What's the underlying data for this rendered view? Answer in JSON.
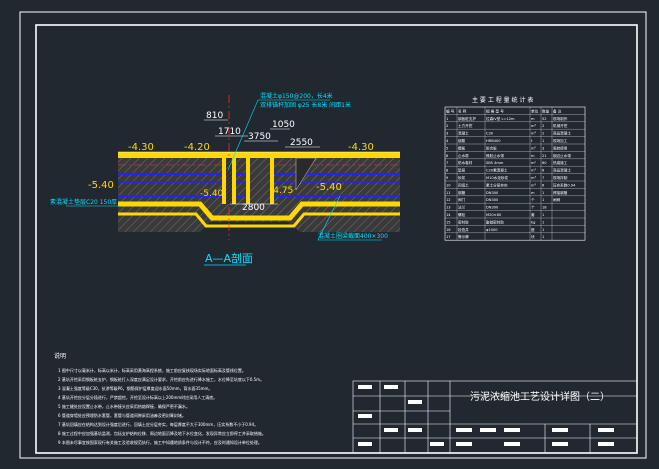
{
  "drawing": {
    "section_title": "A—A剖面",
    "dim_labels": {
      "top_810": "810",
      "top_1710": "1710",
      "top_3750": "3750",
      "top_1050": "1050",
      "top_2550": "2550",
      "bottom_2800": "2800"
    },
    "elevations": {
      "e1": "-4.30",
      "e2": "-4.20",
      "e3": "-4.30",
      "e4": "-5.40",
      "e5": "-5.40",
      "e6": "-5.40",
      "e7": "-4.75"
    },
    "callouts": {
      "top_1": "混凝土φ150@200，长4米",
      "top_2": "双排锚杆加固 φ25 长8米 间距1米",
      "left": "素混凝土垫层C20 150厚",
      "right": "混凝土圈梁截面400×300"
    }
  },
  "material_table": {
    "title": "主 要 工 程 量 统 计 表",
    "headers": [
      "编 号",
      "名 称",
      "规 格 型 号",
      "单位",
      "数量",
      "备 注"
    ],
    "rows": [
      [
        "1",
        "钢板桩支护",
        "拉森IV型 L=12m",
        "m",
        "52",
        "现场制作"
      ],
      [
        "2",
        "土方开挖",
        "",
        "m³",
        "2",
        "机械开挖"
      ],
      [
        "3",
        "混凝土",
        "C30",
        "m³",
        "2",
        "商品混凝土"
      ],
      [
        "4",
        "钢筋",
        "HRB400",
        "t",
        "1",
        "现场加工"
      ],
      [
        "5",
        "模板",
        "胶合板",
        "m²",
        "3",
        "周转使用"
      ],
      [
        "6",
        "止水带",
        "橡胶止水带",
        "m",
        "21",
        "钢边止水带"
      ],
      [
        "7",
        "防水卷材",
        "SBS 4mm",
        "m²",
        "60",
        "热熔施工"
      ],
      [
        "8",
        "垫层",
        "C20素混凝土",
        "m³",
        "6",
        "商品混凝土"
      ],
      [
        "9",
        "砂浆",
        "M10水泥砂浆",
        "m³",
        "7",
        "现场拌制"
      ],
      [
        "10",
        "回填土",
        "素土分层夯实",
        "m³",
        "6",
        "压实系数0.94"
      ],
      [
        "11",
        "钢管",
        "DN300",
        "m",
        "1",
        "焊接钢管"
      ],
      [
        "12",
        "阀门",
        "DN300",
        "个",
        "1",
        "闸阀"
      ],
      [
        "13",
        "法兰",
        "DN300",
        "个",
        "18",
        ""
      ],
      [
        "14",
        "螺栓",
        "M20×80",
        "套",
        "1",
        ""
      ],
      [
        "15",
        "密封胶",
        "聚硫密封胶",
        "kg",
        "1",
        ""
      ],
      [
        "16",
        "检查井",
        "φ1000",
        "座",
        "1",
        ""
      ],
      [
        "17",
        "警示牌",
        "",
        "块",
        "1",
        ""
      ]
    ]
  },
  "notes": {
    "heading": "说明",
    "items": [
      "1  图中尺寸以毫米计，标高以米计，标高采用黄海高程系统，施工前应复核现场实际地面标高及管线位置。",
      "2  基坑开挖采用钢板桩支护，钢板桩打入深度应满足设计要求，开挖前应先进行降水施工，水位降至坑底以下0.5m。",
      "3  混凝土强度等级C30，抗渗等级P6，钢筋保护层厚度迎水面50mm，背水面35mm。",
      "4  基坑开挖应分层分段进行，严禁超挖，开挖至设计标高以上200mm时应采用人工清底。",
      "5  施工缝处应设置止水带，止水带接头应采用热熔焊接，确保严密不漏水。",
      "6  管道穿墙处应预埋防水套管，套管与管道间隙采用油麻及密封膏封堵。",
      "7  基坑回填应在结构达到设计强度后进行，回填土应分层夯实，每层厚度不大于300mm，压实系数不小于0.94。",
      "8  施工过程中应加强基坑监测，包括支护结构位移、周边地面沉降及地下水位变化，发现异常应立即停工并采取措施。",
      "9  本图未尽事宜按国家现行有关施工及验收规范执行，施工中如遇地质条件与设计不符，应及时通知设计单位处理。"
    ]
  },
  "title_block": {
    "title": "污泥浓缩池工艺设计详图（二）"
  }
}
